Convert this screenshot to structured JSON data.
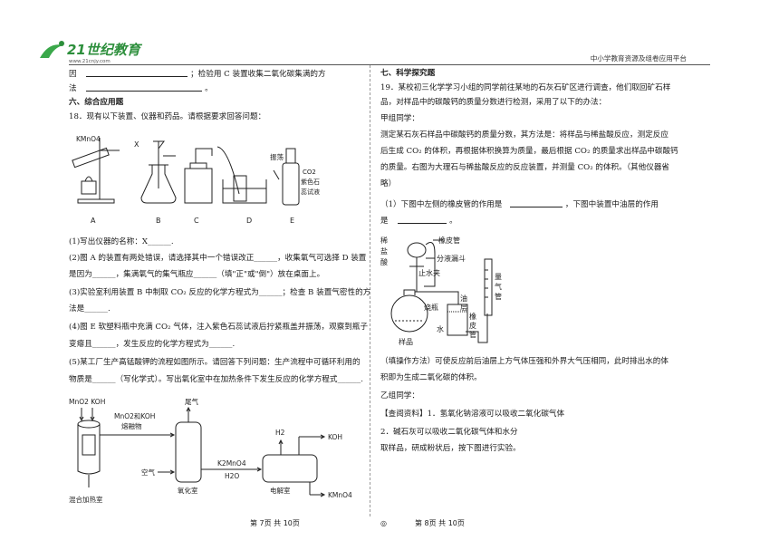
{
  "header": {
    "logo_text": "21世纪教育",
    "logo_url": "www.21cnjy.com",
    "platform": "中小学教育资源及组卷应用平台"
  },
  "left": {
    "l1_a": "因",
    "l1_b": "；检验用 C 装置收集二氧化碳集满的方",
    "l2_a": "法",
    "l2_b": "。",
    "sec6": "六、综合应用题",
    "q18": "18．现有以下装置、仪器和药品。请根据要求回答问题：",
    "fig_labels": {
      "kmno4": "KMnO4",
      "x": "X",
      "a": "A",
      "b": "B",
      "c": "C",
      "d": "D",
      "e": "E",
      "shake": "振荡",
      "co2": "CO2",
      "litmus1": "紫色石",
      "litmus2": "蕊试液"
    },
    "q1": "(1)写出仪器的名称：X______.",
    "q2a": "(2)图 A 的装置有两处错误，请选择其中一个错误改正______，收集氧气可选择 D 装置",
    "q2b": "是因为______，集满氧气的集气瓶应______（填\"正\"或\"倒\"）放在桌面上。",
    "q3a": "(3)实验室利用装置 B 中制取 CO₂ 反应的化学方程式为______；检查 B 装置气密性的方",
    "q3b": "法是______.",
    "q4a": "(4)图 E 软塑料瓶中充满 CO₂ 气体，注入紫色石蕊试液后拧紧瓶盖并振荡，观察到瓶子",
    "q4b": "变瘪且______，发生反应的化学方程式为______.",
    "q5a": "(5)某工厂生产高锰酸钾的流程如图所示。请回答下列问题：生产流程中可循环利用的",
    "q5b": "物质是______（写化学式）。写出氧化室中在加热条件下发生反应的化学方程式______.",
    "flow": {
      "mno2_koh": "MnO2 KOH",
      "melt1": "MnO2和KOH",
      "melt2": "熔融物",
      "tail": "尾气",
      "h2": "H2",
      "koh": "KOH",
      "air": "空气",
      "k2mno4": "K2MnO4",
      "h2o": "H2O",
      "mixroom": "混合加热室",
      "oxroom": "氧化室",
      "elroom": "电解室",
      "kmno4": "KMnO4"
    }
  },
  "right": {
    "sec7": "七、科学探究题",
    "q19a": "19．某校初三化学学习小组的同学前往某地的石灰石矿区进行调查，他们取回矿石样",
    "q19b": "品，对样品中的碳酸钙的质量分数进行检测，采用了以下的办法：",
    "groupA": "甲组同学：",
    "pa1": "测定某石灰石样品中碳酸钙的质量分数，其方法是：将样品与稀盐酸反应，测定反应",
    "pa2": "后生成 CO₂ 的体积，再根据体积换算为质量，最后根据 CO₂ 的质量求出样品中碳酸钙",
    "pa3": "的质量。右图为大理石与稀盐酸反应的反应装置，并测量 CO₂ 的体积。（其他仪器省",
    "pa4": "略）",
    "s1a": "（1）下图中左侧的橡皮管的作用是",
    "s1b": "，下图中装置中油层的作用",
    "s1c": "是",
    "s1d": "。",
    "app": {
      "acid1": "稀",
      "acid2": "盐",
      "acid3": "酸",
      "hose": "橡皮管",
      "funnel": "分液漏斗",
      "clamp": "止水夹",
      "flask": "烧瓶",
      "oil1": "油",
      "oil2": "层",
      "water": "水",
      "hose2a": "橡",
      "hose2b": "皮",
      "hose2c": "管",
      "gas1": "量",
      "gas2": "气",
      "gas3": "管",
      "sample": "样品"
    },
    "pb1": "（填操作方法）可使反应前后油层上方气体压强和外界大气压相同，此时排出水的体",
    "pb2": "积即为生成二氧化碳的体积。",
    "groupB": "乙组同学：",
    "info": "【查阅资料】1．氢氧化钠溶液可以吸收二氧化碳气体",
    "info2": "2．碱石灰可以吸收二氧化碳气体和水分",
    "last": "取样品，研成粉状后，按下图进行实验。"
  },
  "footer": {
    "left": "第 7页  共 10页",
    "mid": "◎",
    "right": "第 8页  共 10页"
  }
}
